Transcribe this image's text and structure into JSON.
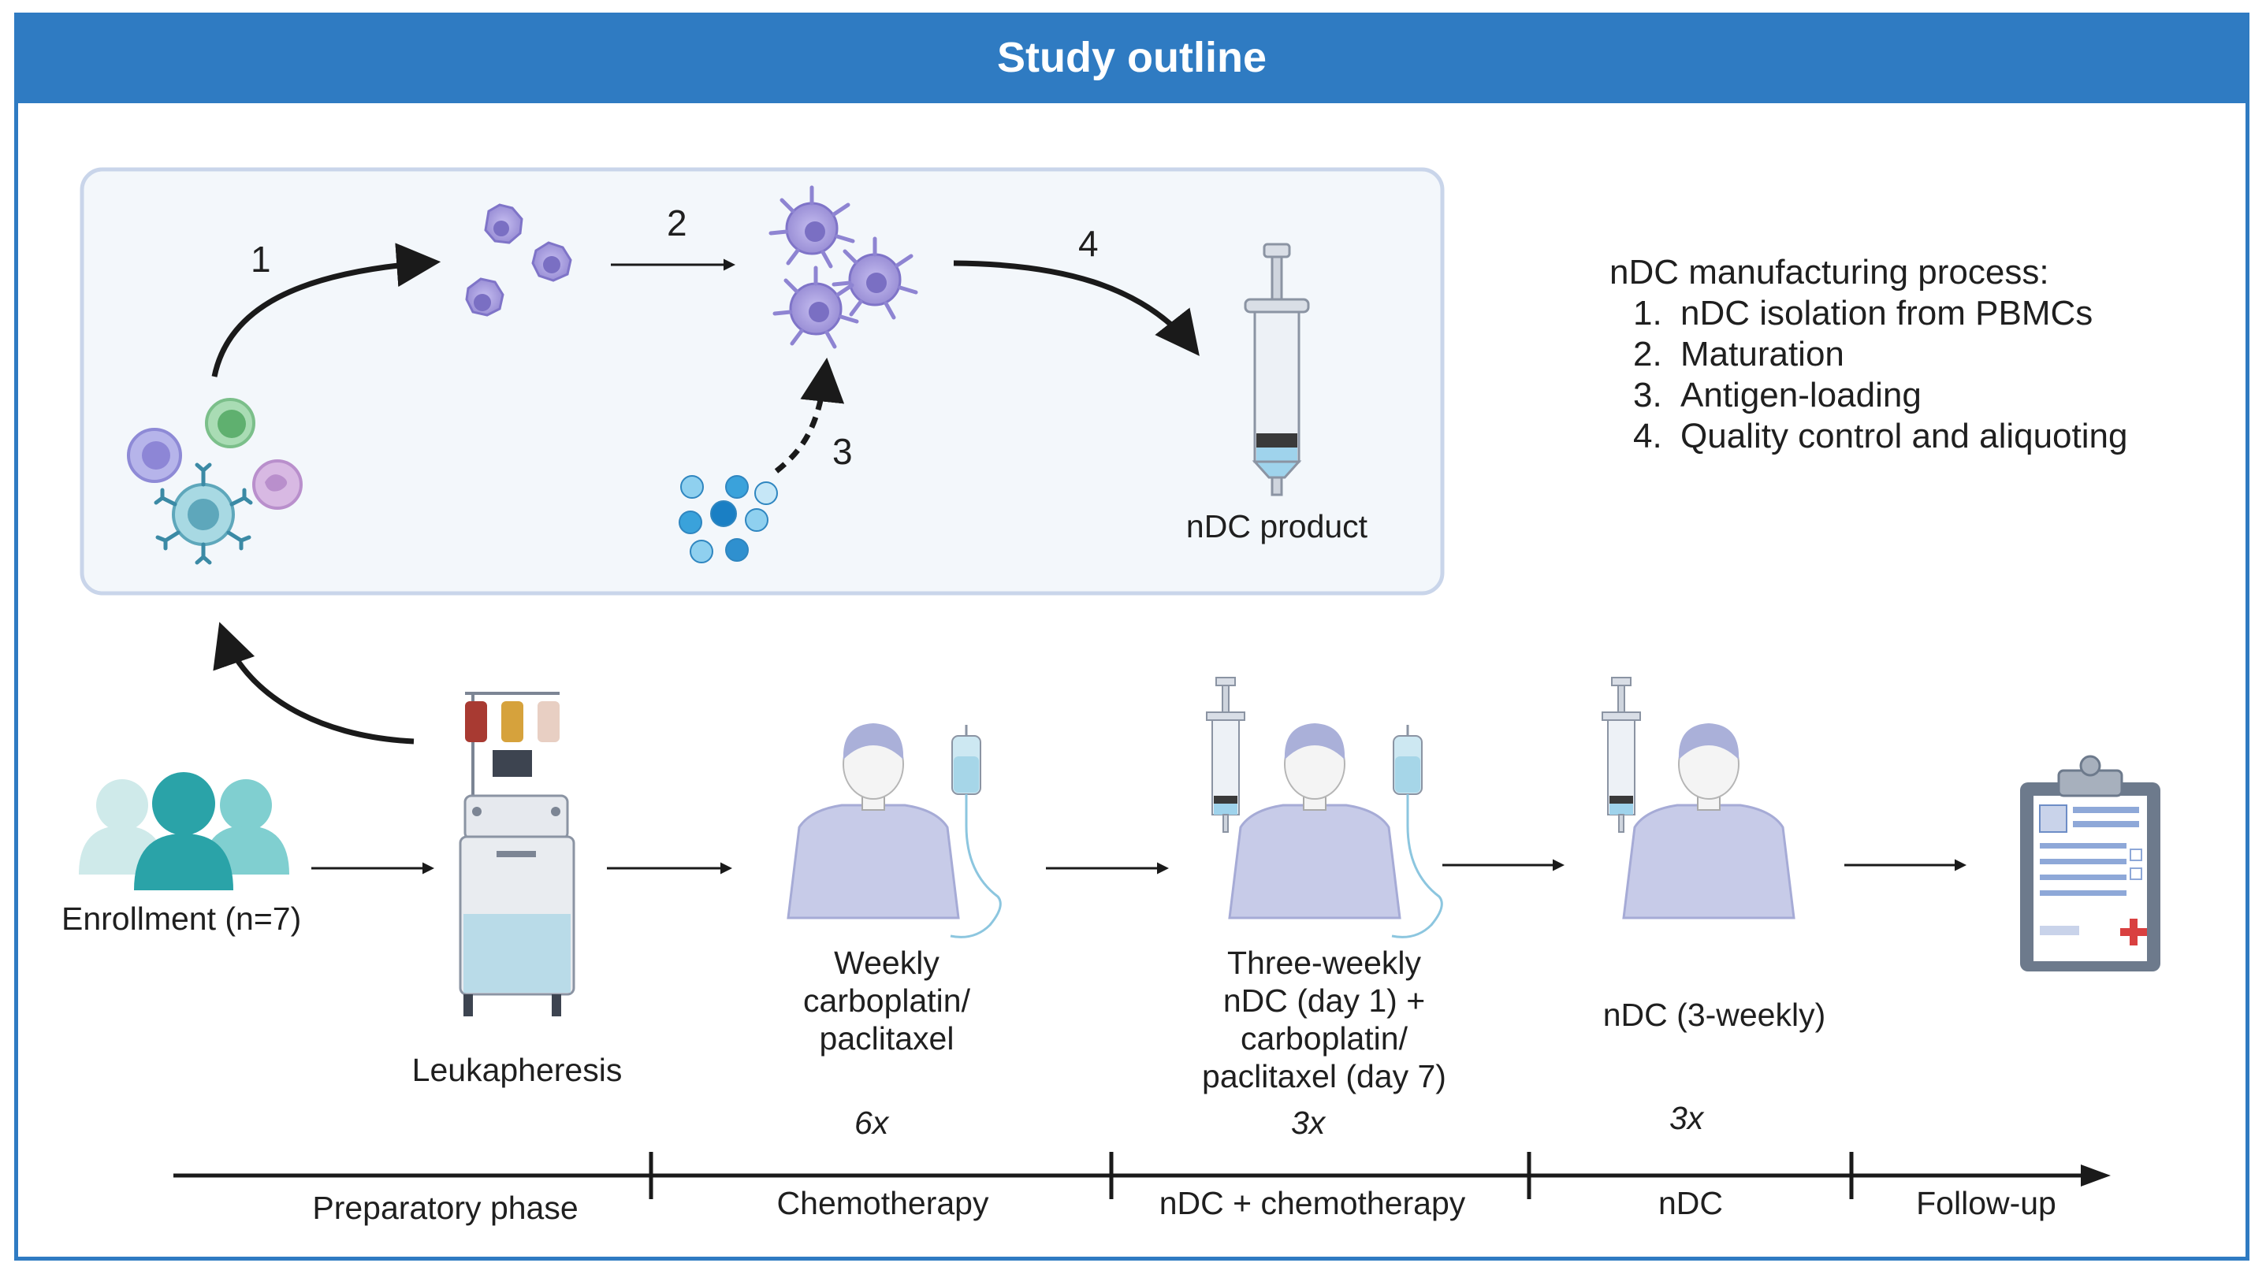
{
  "header": {
    "title": "Study outline"
  },
  "manufacturing": {
    "steps": [
      "1",
      "2",
      "3",
      "4"
    ],
    "product_label": "nDC product"
  },
  "process": {
    "heading": "nDC manufacturing process:",
    "items": [
      {
        "num": "1.",
        "text": "nDC isolation from PBMCs"
      },
      {
        "num": "2.",
        "text": "Maturation"
      },
      {
        "num": "3.",
        "text": "Antigen-loading"
      },
      {
        "num": "4.",
        "text": "Quality control and aliquoting"
      }
    ]
  },
  "timeline": {
    "enrollment": "Enrollment (n=7)",
    "leukapheresis": "Leukapheresis",
    "weekly": [
      "Weekly",
      "carboplatin/",
      "paclitaxel"
    ],
    "threeweekly": [
      "Three-weekly",
      "nDC (day 1) +",
      "carboplatin/",
      "paclitaxel (day 7)"
    ],
    "ndc3": "nDC (3-weekly)",
    "repeats": [
      "6x",
      "3x",
      "3x"
    ]
  },
  "phases": [
    "Preparatory phase",
    "Chemotherapy",
    "nDC + chemotherapy",
    "nDC",
    "Follow-up"
  ],
  "colors": {
    "frame": "#2f7bc2",
    "panel_bg": "#f3f7fb",
    "panel_border": "#c9d5ea",
    "dc_cell": "#a99fdc",
    "antigen": "#4aa9dc",
    "person": "#c7cbe8",
    "enroll_teal": "#2aa3a8"
  },
  "icons": [
    "immune-cells-icon",
    "dendritic-cell-icon",
    "antigen-beads-icon",
    "syringe-icon",
    "people-group-icon",
    "apheresis-machine-icon",
    "patient-icon",
    "iv-bag-icon",
    "clipboard-icon"
  ]
}
